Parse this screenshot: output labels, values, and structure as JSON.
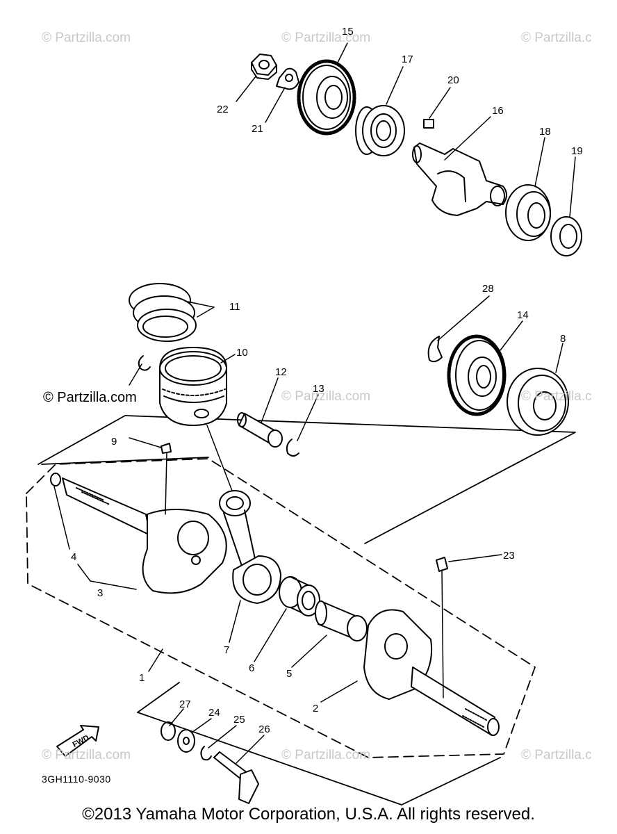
{
  "watermarks": {
    "top_left": "© Partzilla.com",
    "top_center": "© Partzilla.com",
    "top_right": "© Partzilla.c",
    "mid_left": "© Partzilla.com",
    "mid_center": "© Partzilla.com",
    "mid_right": "© Partzilla.c",
    "bottom_left": "© Partzilla.com",
    "bottom_center": "© Partzilla.com",
    "bottom_right": "© Partzilla.c"
  },
  "parts": {
    "p1": "1",
    "p2": "2",
    "p3": "3",
    "p4": "4",
    "p5": "5",
    "p6": "6",
    "p7": "7",
    "p8": "8",
    "p9": "9",
    "p10": "10",
    "p11": "11",
    "p12": "12",
    "p13": "13",
    "p14": "14",
    "p15": "15",
    "p16": "16",
    "p17": "17",
    "p18": "18",
    "p19": "19",
    "p20": "20",
    "p21": "21",
    "p22": "22",
    "p23": "23",
    "p24": "24",
    "p25": "25",
    "p26": "26",
    "p27": "27",
    "p28": "28"
  },
  "fwd_label": "FWD",
  "diagram_code": "3GH1110-9030",
  "copyright": "©2013 Yamaha Motor Corporation, U.S.A. All rights reserved."
}
